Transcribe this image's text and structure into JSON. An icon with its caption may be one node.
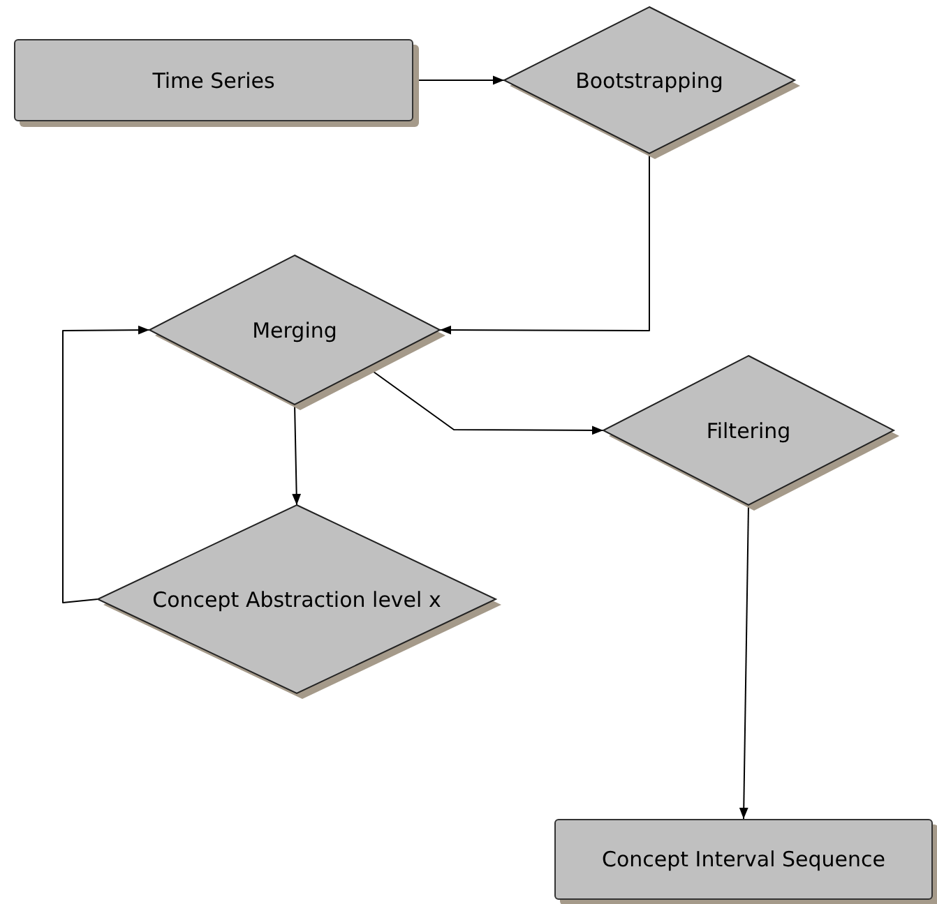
{
  "diagram": {
    "nodes": [
      {
        "text": [
          "Time Series"
        ]
      },
      {
        "text": [
          "Bootstrapping"
        ]
      },
      {
        "text": [
          "Merging"
        ]
      },
      {
        "text": [
          "Filtering"
        ]
      },
      {
        "text": [
          "Concept Abstraction level x"
        ]
      },
      {
        "text": [
          "Concept Interval Sequence"
        ]
      }
    ],
    "edges": [
      {
        "from": 0,
        "to": 1,
        "arrow": "to"
      },
      {
        "from": 1,
        "to": 2,
        "arrow": "to"
      },
      {
        "from": 2,
        "to": 3,
        "arrow": "to"
      },
      {
        "from": 2,
        "to": 4,
        "arrow": "to"
      },
      {
        "from": 4,
        "to": 2,
        "arrow": "to"
      },
      {
        "from": 3,
        "to": 5,
        "arrow": "to"
      }
    ]
  }
}
